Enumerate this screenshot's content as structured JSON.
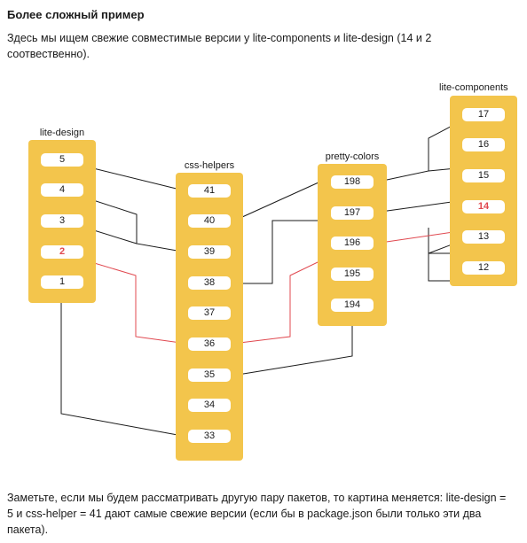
{
  "heading": "Более сложный пример",
  "intro": "Здесь мы ищем свежие совместимые версии у lite-components и lite-design (14 и 2 соотвественно).",
  "outro": "Заметьте, если мы будем рассматривать другую пару пакетов, то картина меняется: lite-design = 5 и css-helper = 41 дают самые свежие версии (если бы в package.json были только эти два пакета).",
  "colors": {
    "column": "#f3c54c",
    "highlight": "#e0484f",
    "line": "#1a1a1a"
  },
  "packages": {
    "lite_design": {
      "name": "lite-design",
      "versions": [
        "5",
        "4",
        "3",
        "2",
        "1"
      ]
    },
    "css_helpers": {
      "name": "css-helpers",
      "versions": [
        "41",
        "40",
        "39",
        "38",
        "37",
        "36",
        "35",
        "34",
        "33"
      ]
    },
    "pretty_colors": {
      "name": "pretty-colors",
      "versions": [
        "198",
        "197",
        "196",
        "195",
        "194"
      ]
    },
    "lite_components": {
      "name": "lite-components",
      "versions": [
        "17",
        "16",
        "15",
        "14",
        "13",
        "12"
      ]
    }
  },
  "highlighted_versions": [
    "lite-design 2",
    "lite-components 14"
  ]
}
